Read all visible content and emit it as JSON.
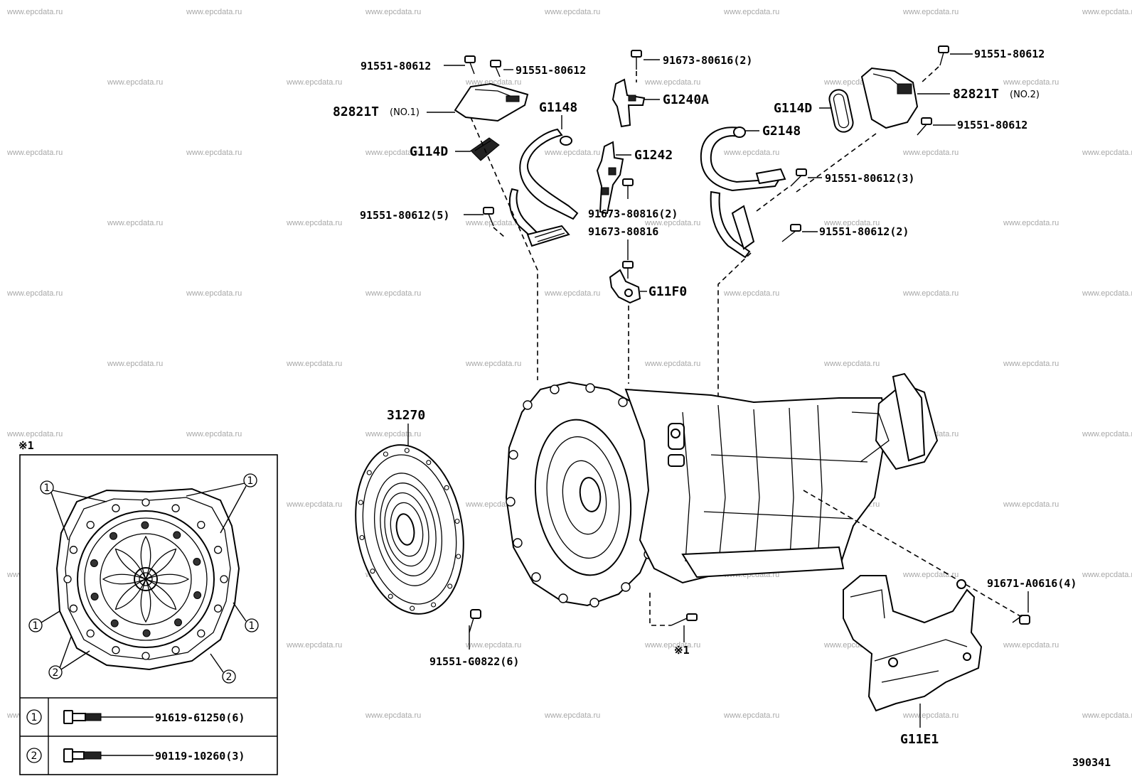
{
  "diagram_number": "390341",
  "watermark": "www.epcdata.ru",
  "callouts": {
    "bolt_top_left_a": "91551-80612",
    "bolt_top_left_b": "91551-80612",
    "bracket_no1_code": "82821T",
    "bracket_no1_suffix": "(NO.1)",
    "harness_g1148": "G1148",
    "clamp_g114d_left": "G114D",
    "bolt_left_group": "91551-80612(5)",
    "bolt_top_center": "91673-80616(2)",
    "bracket_g1240a": "G1240A",
    "bracket_g1242": "G1242",
    "bolt_center_a": "91673-80816(2)",
    "bolt_center_b": "91673-80816",
    "bracket_g11f0": "G11F0",
    "bolt_top_right_a": "91551-80612",
    "bracket_no2_code": "82821T",
    "bracket_no2_suffix": "(NO.2)",
    "clamp_g114d_right": "G114D",
    "bolt_top_right_b": "91551-80612",
    "harness_g2148": "G2148",
    "bolt_right_group_a": "91551-80612(3)",
    "bolt_right_group_b": "91551-80612(2)",
    "torque_converter": "31270",
    "bolt_converter": "91551-G0822(6)",
    "bolt_cover": "91671-A0616(4)",
    "cover_g11e1": "G11E1",
    "note_ref": "※1"
  },
  "inset": {
    "title": "※1",
    "marker_1": "1",
    "marker_2": "2",
    "legend": [
      {
        "marker": "1",
        "part": "91619-61250(6)"
      },
      {
        "marker": "2",
        "part": "90119-10260(3)"
      }
    ]
  }
}
